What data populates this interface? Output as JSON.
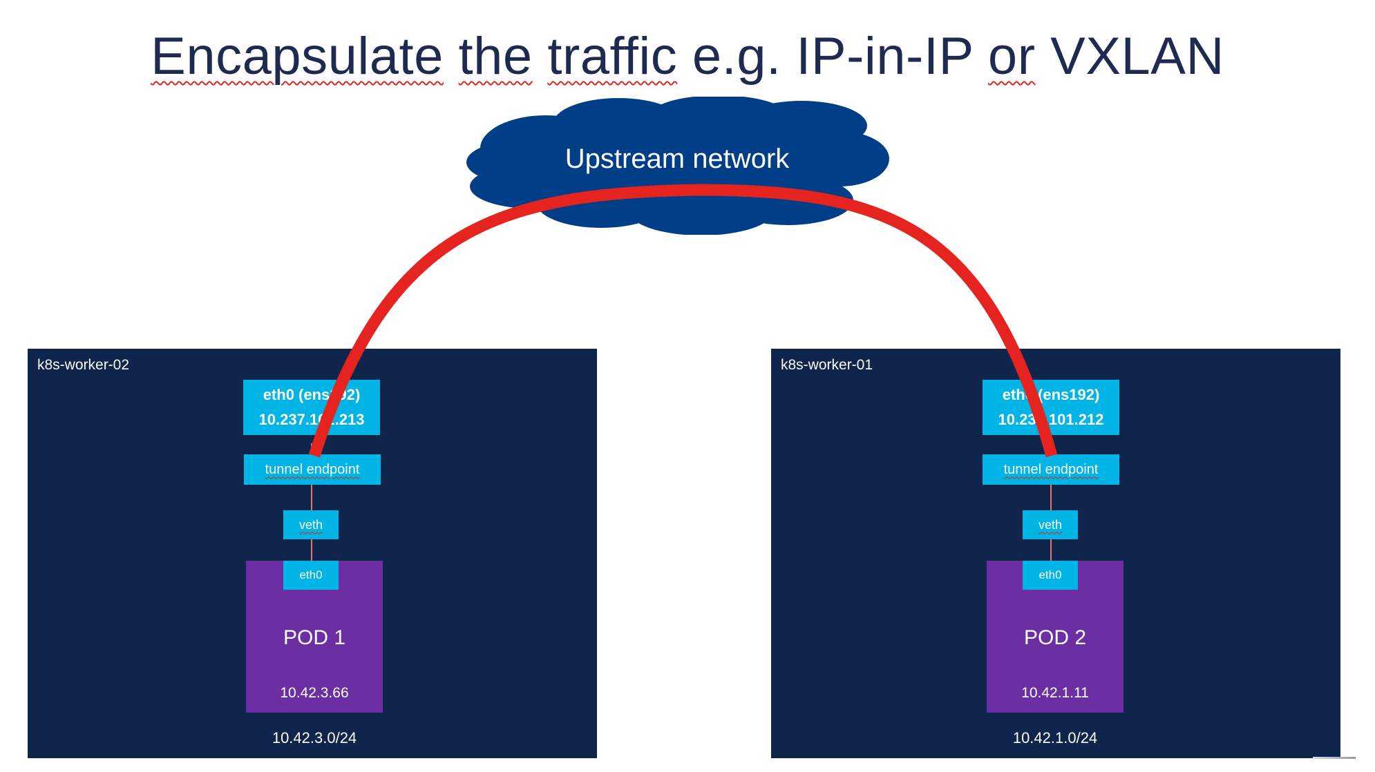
{
  "title": {
    "part1": "Encapsulate",
    "part2": "the",
    "part3": "traffic",
    "part4": "e.g.",
    "part5": "IP-in-IP",
    "part6": "or",
    "part7": "VXLAN"
  },
  "cloud": {
    "label": "Upstream network",
    "color": "#003f87"
  },
  "tunnel_color": "#e52420",
  "nodes": {
    "left": {
      "label": "k8s-worker-02",
      "iface_name": "eth0 (ens192)",
      "iface_ip": "10.237.101.213",
      "tunnel": "tunnel endpoint",
      "veth": "veth",
      "pod_eth": "eth0",
      "pod_name": "POD 1",
      "pod_ip": "10.42.3.66",
      "subnet": "10.42.3.0/24"
    },
    "right": {
      "label": "k8s-worker-01",
      "iface_name": "eth0 (ens192)",
      "iface_ip": "10.237.101.212",
      "tunnel": "tunnel endpoint",
      "veth": "veth",
      "pod_eth": "eth0",
      "pod_name": "POD 2",
      "pod_ip": "10.42.1.11",
      "subnet": "10.42.1.0/24"
    }
  },
  "colors": {
    "node_bg": "#0f254c",
    "iface_bg": "#00b5e5",
    "pod_bg": "#6c2fa3",
    "title_text": "#1e2a4f"
  }
}
